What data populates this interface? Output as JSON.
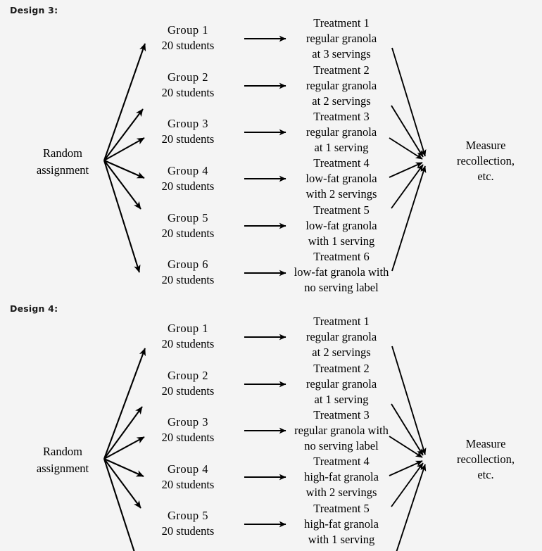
{
  "page": {
    "background_color": "#f4f4f4",
    "ink_color": "#000000",
    "title_font_color": "#1a1a1a"
  },
  "designs": [
    {
      "label": "Design 3:",
      "source": {
        "line1": "Random",
        "line2": "assignment"
      },
      "outcome": {
        "line1": "Measure",
        "line2": "recollection,",
        "line3": "etc."
      },
      "groups": [
        {
          "name": "Group 1",
          "size": "20 students"
        },
        {
          "name": "Group 2",
          "size": "20 students"
        },
        {
          "name": "Group 3",
          "size": "20 students"
        },
        {
          "name": "Group 4",
          "size": "20 students"
        },
        {
          "name": "Group 5",
          "size": "20 students"
        },
        {
          "name": "Group 6",
          "size": "20 students"
        }
      ],
      "treatments": [
        {
          "name": "Treatment 1",
          "line2": "regular granola",
          "line3": "at 3 servings"
        },
        {
          "name": "Treatment 2",
          "line2": "regular granola",
          "line3": "at 2 servings"
        },
        {
          "name": "Treatment 3",
          "line2": "regular granola",
          "line3": "at 1 serving"
        },
        {
          "name": "Treatment 4",
          "line2": "low-fat granola",
          "line3": "with 2 servings"
        },
        {
          "name": "Treatment 5",
          "line2": "low-fat granola",
          "line3": "with 1 serving"
        },
        {
          "name": "Treatment 6",
          "line2": "low-fat granola with",
          "line3": "no serving label"
        }
      ]
    },
    {
      "label": "Design 4:",
      "source": {
        "line1": "Random",
        "line2": "assignment"
      },
      "outcome": {
        "line1": "Measure",
        "line2": "recollection,",
        "line3": "etc."
      },
      "groups": [
        {
          "name": "Group 1",
          "size": "20 students"
        },
        {
          "name": "Group 2",
          "size": "20 students"
        },
        {
          "name": "Group 3",
          "size": "20 students"
        },
        {
          "name": "Group 4",
          "size": "20 students"
        },
        {
          "name": "Group 5",
          "size": "20 students"
        }
      ],
      "treatments": [
        {
          "name": "Treatment 1",
          "line2": "regular granola",
          "line3": "at 2 servings"
        },
        {
          "name": "Treatment 2",
          "line2": "regular granola",
          "line3": "at 1 serving"
        },
        {
          "name": "Treatment 3",
          "line2": "regular granola with",
          "line3": "no serving label"
        },
        {
          "name": "Treatment 4",
          "line2": "high-fat granola",
          "line3": "with 2 servings"
        },
        {
          "name": "Treatment 5",
          "line2": "high-fat granola",
          "line3": "with 1 serving"
        }
      ]
    }
  ]
}
